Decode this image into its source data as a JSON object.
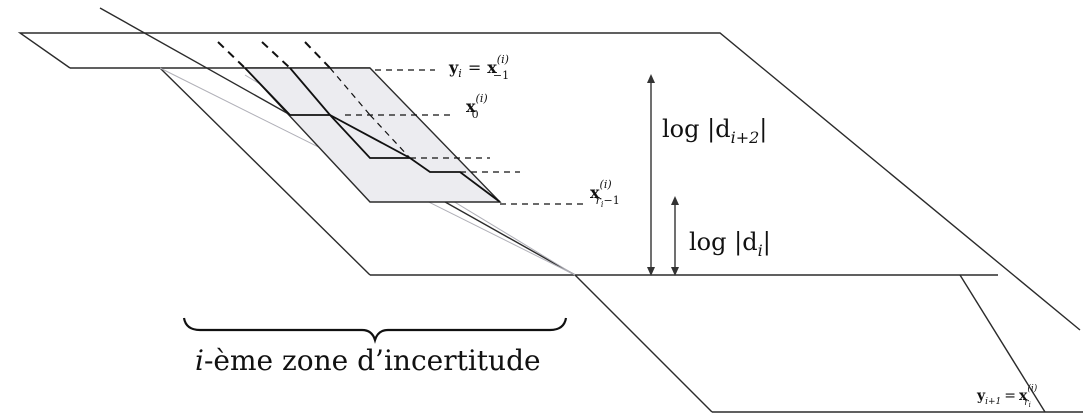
{
  "labels": {
    "y_i": "y",
    "y_i_sub": "i",
    "eq": "=",
    "x_main": "x",
    "x_minus1_sup": "(i)",
    "x_minus1_sub": "−1",
    "x0_sup": "(i)",
    "x0_sub": "0",
    "xr_sup": "(i)",
    "xr_sub": "r",
    "xr_sub2": "i",
    "xr_sub3": "−1",
    "log_big": "log |d",
    "log_big_sub": "i+2",
    "log_big_end": "|",
    "log_small": "log |d",
    "log_small_sub": "i",
    "log_small_end": "|",
    "zone": "-ème zone d’incertitude",
    "zone_i": "i",
    "y_next": "y",
    "y_next_sub": "i+1",
    "x_next_sub": "r",
    "x_next_sub2": "i"
  },
  "colors": {
    "shade": "#ececf0",
    "ink": "#111111",
    "grey": "#b0b0b8"
  }
}
